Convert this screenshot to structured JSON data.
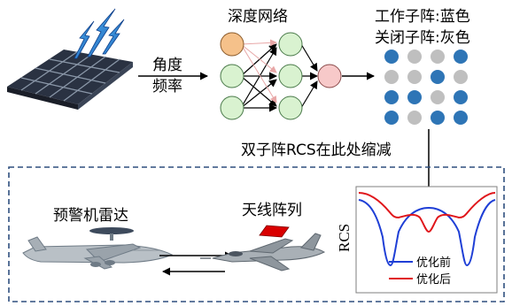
{
  "labels": {
    "deep_network": "深度网络",
    "angle": "角度",
    "frequency": "频率",
    "working_subarray": "工作子阵:蓝色",
    "closed_subarray": "关闭子阵:灰色",
    "rcs_reduction": "双子阵RCS在此处缩减",
    "awacs_radar": "预警机雷达",
    "antenna_array": "天线阵列",
    "rcs_axis": "RCS"
  },
  "legend": {
    "before": "优化前",
    "after": "优化后"
  },
  "colors": {
    "working": "#2e75b6",
    "closed": "#bfbfbf",
    "before_line": "#1f3fd6",
    "after_line": "#e0161b",
    "input_node": "#f5c18a",
    "hidden_node": "#d9f2d0",
    "output_node": "#f7c9c9",
    "panel_border": "#2f4f7f",
    "antenna_red": "#d90000"
  },
  "subarray_grid": [
    [
      "working",
      "closed",
      "closed",
      "working"
    ],
    [
      "closed",
      "closed",
      "working",
      "closed"
    ],
    [
      "working",
      "working",
      "closed",
      "working"
    ],
    [
      "working",
      "closed",
      "working",
      "working"
    ]
  ],
  "icons": [
    "solar-panel-icon",
    "lightning-icon",
    "awacs-aircraft-icon",
    "fighter-jet-icon"
  ]
}
